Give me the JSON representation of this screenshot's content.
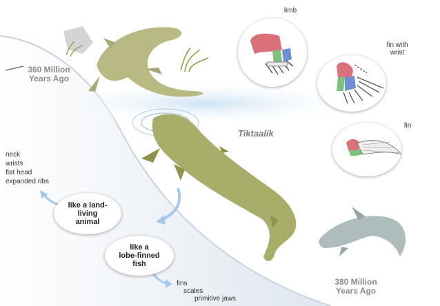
{
  "time_markers": {
    "top": {
      "value": "360 Million",
      "unit": "Years Ago"
    },
    "bottom": {
      "value": "380 Million",
      "unit": "Years Ago"
    }
  },
  "species_label": "Tiktaalik",
  "panels": {
    "limb": "limb",
    "fin_with_wrist": "fin with\nwrist",
    "fin": "fin"
  },
  "land_animal": {
    "bubble": "like a land-\nliving\nanimal",
    "traits": [
      "neck",
      "wrists",
      "flat head",
      "expanded ribs"
    ]
  },
  "lobe_fish": {
    "bubble": "like a\nlobe-finned\nfish",
    "traits": [
      "fins",
      "scales",
      "primitive jaws"
    ]
  },
  "colors": {
    "bone_red": "#d9707a",
    "bone_green": "#7cc07c",
    "bone_blue": "#6f8fd0",
    "arc_blue": "#9fc4e4",
    "body_green": "#a9ad6a"
  }
}
